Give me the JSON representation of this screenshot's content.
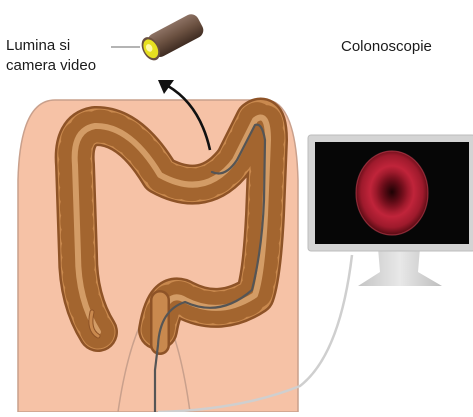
{
  "labels": {
    "camera_line1": "Lumina si",
    "camera_line2": "camera video",
    "procedure": "Colonoscopie"
  },
  "colors": {
    "body_fill": "#f6c2a6",
    "body_outline": "#c9a08c",
    "colon": "#c9894e",
    "colon_dark": "#8e5327",
    "colon_light": "#e7b47e",
    "scope_cable": "#555555",
    "monitor_frame": "#d4d4d4",
    "monitor_screen": "#060606",
    "lumen_red": "#c0243a",
    "camera_tip": "#e7e020",
    "camera_body": "#6d5446"
  },
  "icons": [
    "camera-tip-icon",
    "arrow-icon",
    "monitor-icon"
  ]
}
